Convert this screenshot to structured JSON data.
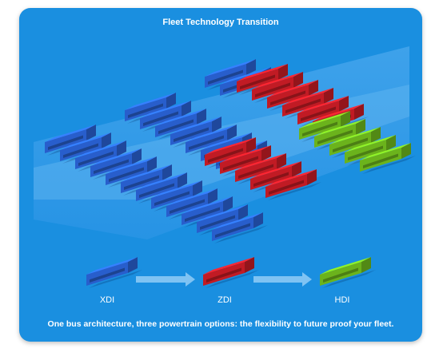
{
  "title": "Fleet Technology Transition",
  "legend": {
    "xdi": "XDI",
    "zdi": "ZDI",
    "hdi": "HDI"
  },
  "tagline": "One bus architecture, three powertrain options: the flexibility to future proof your fleet.",
  "colors": {
    "background": "#1a8fe0",
    "xdi": "#2f6ff0",
    "zdi": "#e3202a",
    "hdi": "#7ed321"
  }
}
